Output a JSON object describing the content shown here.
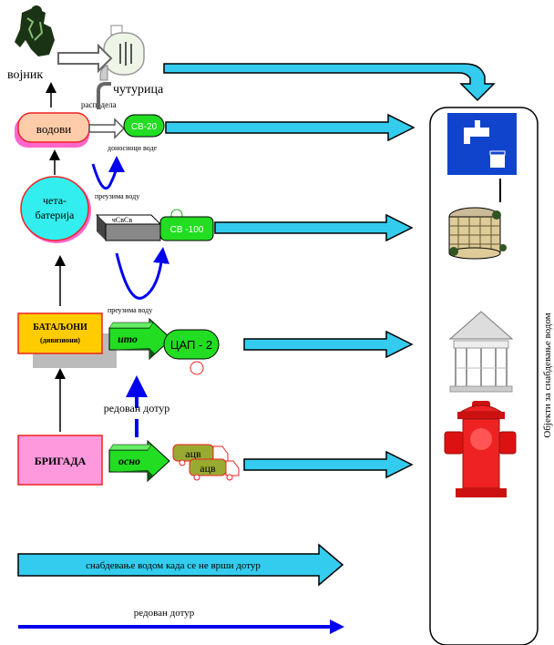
{
  "nodes": {
    "soldier": "војник",
    "canteen": "чутурица",
    "squads": "водови",
    "company_line1": "чета-",
    "company_line2": "батерија",
    "battalions_line1": "БАТАЉОНИ",
    "battalions_line2": "(дивизиони)",
    "brigade": "БРИГАДА",
    "sv20": "СВ-20",
    "sv100": "СВ -100",
    "cap2": "ЦАП - 2",
    "truck_small": "чСвСв",
    "ito": "ито",
    "osno": "осно",
    "acv1": "ацв",
    "acv2": "ацв"
  },
  "edge_labels": {
    "distributes": "расподела",
    "water_carriers": "доносиоци воде",
    "receive_water_1": "преузима воду",
    "receive_water_2": "преузима воду",
    "regular_supply": "редован дотур"
  },
  "right_panel": {
    "label": "Објекти за снабдевање водом"
  },
  "legend": {
    "cyan_arrow": "снабдевање водом када се не врши дотур",
    "blue_arrow": "редован дотур"
  },
  "colors": {
    "cyan": "#33ccee",
    "blue": "#0000ee",
    "green": "#22dd22",
    "yellow": "#ffcc00",
    "magenta": "#ff66cc",
    "red": "#ee2222",
    "peach": "#ffccaa"
  }
}
